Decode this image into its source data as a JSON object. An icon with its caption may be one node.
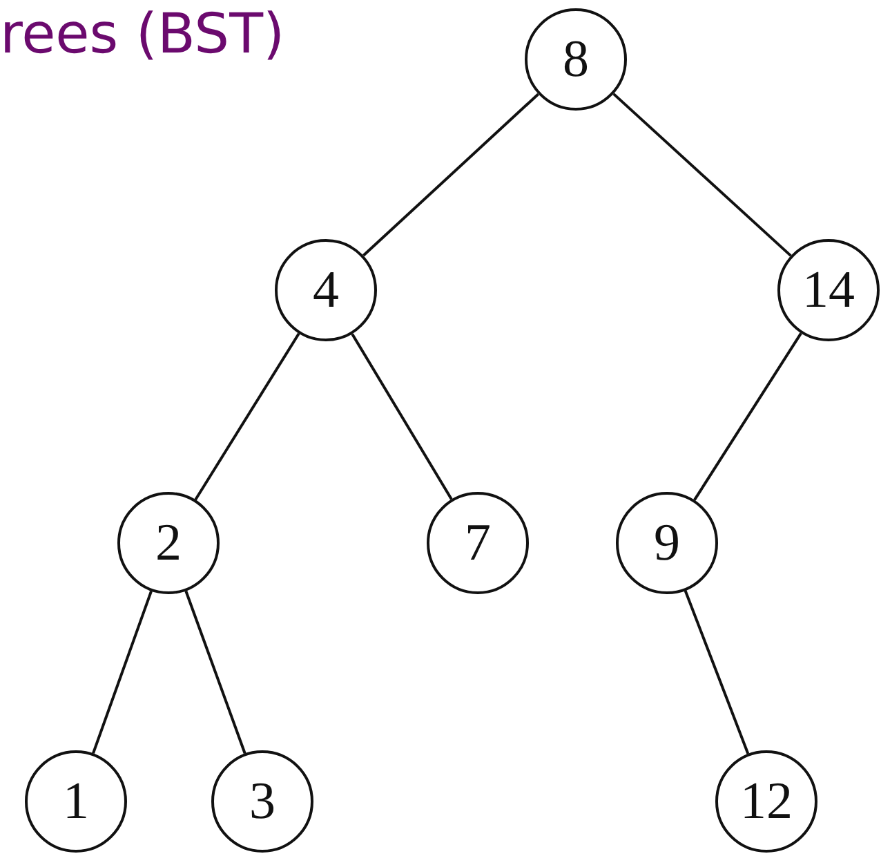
{
  "diagram": {
    "title": "rees (BST)",
    "nodes": [
      {
        "text": [
          "8"
        ]
      },
      {
        "text": [
          "4"
        ]
      },
      {
        "text": [
          "14"
        ]
      },
      {
        "text": [
          "2"
        ]
      },
      {
        "text": [
          "7"
        ]
      },
      {
        "text": [
          "9"
        ]
      },
      {
        "text": [
          "1"
        ]
      },
      {
        "text": [
          "3"
        ]
      },
      {
        "text": [
          "12"
        ]
      }
    ],
    "edges": [
      {
        "from": 0,
        "to": 1,
        "arrow": "none"
      },
      {
        "from": 0,
        "to": 2,
        "arrow": "none"
      },
      {
        "from": 1,
        "to": 3,
        "arrow": "none"
      },
      {
        "from": 1,
        "to": 4,
        "arrow": "none"
      },
      {
        "from": 2,
        "to": 5,
        "arrow": "none"
      },
      {
        "from": 3,
        "to": 6,
        "arrow": "none"
      },
      {
        "from": 3,
        "to": 7,
        "arrow": "none"
      },
      {
        "from": 5,
        "to": 8,
        "arrow": "none"
      }
    ]
  }
}
